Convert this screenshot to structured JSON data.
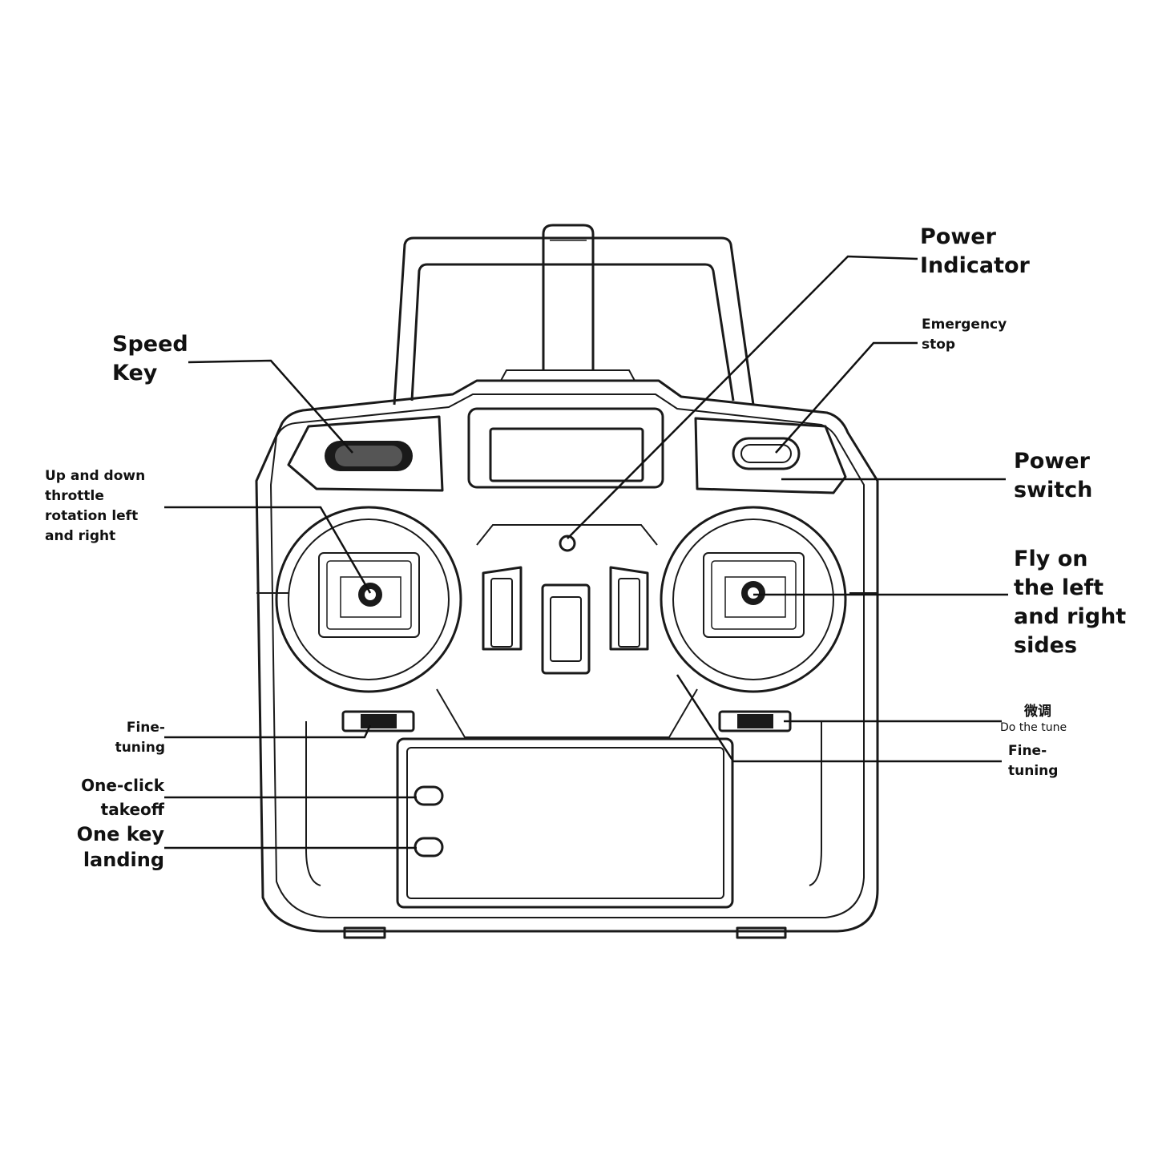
{
  "labels": {
    "speed_key": "Speed\nKey",
    "power_indicator": "Power\nIndicator",
    "emergency_stop": "Emergency\nstop",
    "power_switch": "Power\nswitch",
    "throttle": "Up and down\nthrottle\nrotation left\nand right",
    "fly_sides": "Fly on\nthe left\nand right\nsides",
    "fine_tuning_left": "Fine-\ntuning",
    "chinese_tune": "微调",
    "do_the_tune": "Do the tune",
    "fine_tuning_right": "Fine-\ntuning",
    "one_click_takeoff": "One-click\ntakeoff",
    "one_key_landing": "One key\nlanding"
  },
  "colors": {
    "line": "#1a1a1a",
    "background": "#ffffff"
  }
}
